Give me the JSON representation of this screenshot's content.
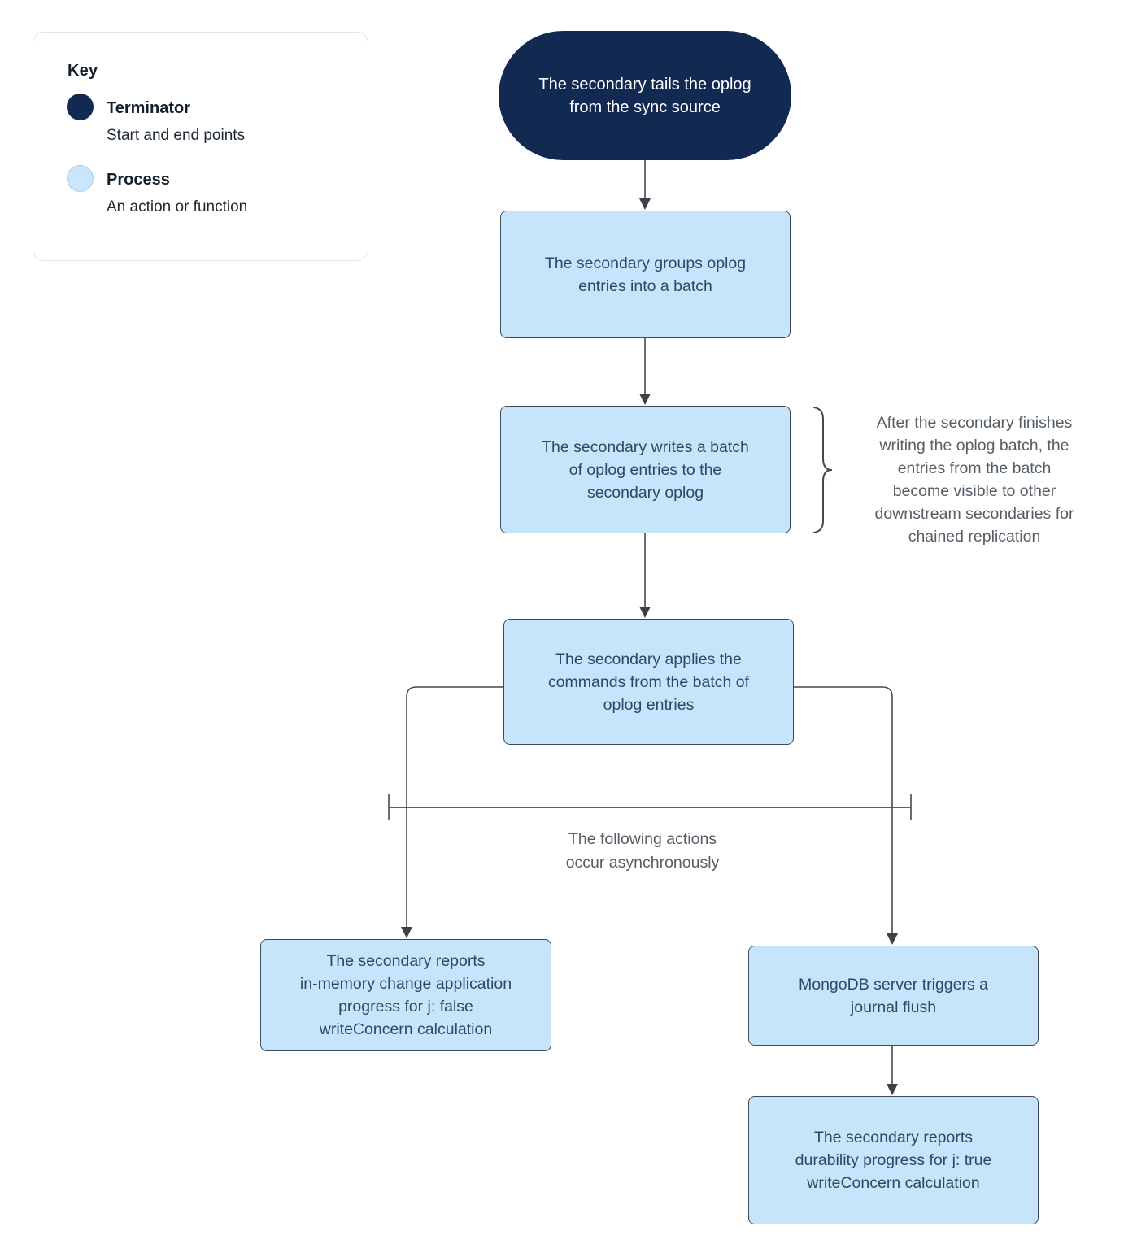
{
  "key": {
    "title": "Key",
    "items": [
      {
        "name": "Terminator",
        "description": "Start and end points",
        "swatch": "terminator-circle",
        "color": "#122a52"
      },
      {
        "name": "Process",
        "description": "An action or function",
        "swatch": "process-circle",
        "color": "#c6e5fb"
      }
    ]
  },
  "flowchart": {
    "nodes": [
      {
        "id": "start",
        "type": "terminator",
        "label": [
          "The secondary tails the oplog",
          "from the sync source"
        ]
      },
      {
        "id": "group-batch",
        "type": "process",
        "label": [
          "The secondary groups oplog",
          "entries into a batch"
        ]
      },
      {
        "id": "write-batch",
        "type": "process",
        "label": [
          "The secondary writes a batch",
          "of oplog entries to the",
          "secondary oplog"
        ]
      },
      {
        "id": "apply-commands",
        "type": "process",
        "label": [
          "The secondary applies the",
          "commands from the batch of",
          "oplog entries"
        ]
      },
      {
        "id": "report-j-false",
        "type": "process",
        "label": [
          "The secondary reports",
          "in-memory change application",
          "progress for j: false",
          "writeConcern calculation"
        ]
      },
      {
        "id": "journal-flush",
        "type": "process",
        "label": [
          "MongoDB server triggers a",
          "journal flush"
        ]
      },
      {
        "id": "report-j-true",
        "type": "process",
        "label": [
          "The secondary reports",
          "durability progress for j: true",
          "writeConcern calculation"
        ]
      }
    ],
    "annotations": {
      "brace_note": [
        "After the secondary finishes",
        "writing the oplog batch, the",
        "entries from the batch",
        "become visible to other",
        "downstream secondaries for",
        "chained replication"
      ],
      "async_note": [
        "The following actions",
        "occur asynchronously"
      ]
    }
  },
  "colors": {
    "page_background": "#ffffff",
    "terminator_fill": "#122a52",
    "terminator_text": "#ffffff",
    "process_fill": "#c6e5fb",
    "process_border": "#3e4a59",
    "process_text": "#2d4963",
    "annotation_text": "#555e66",
    "connector": "#43494f",
    "key_panel_border": "#e4e5e8"
  }
}
